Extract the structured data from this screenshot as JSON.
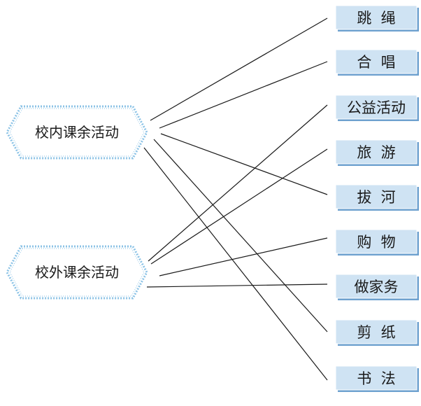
{
  "categories": [
    {
      "id": "inside",
      "label": "校内课余活动"
    },
    {
      "id": "outside",
      "label": "校外课余活动"
    }
  ],
  "activities": [
    {
      "label": "跳  绳"
    },
    {
      "label": "合  唱"
    },
    {
      "label": "公益活动"
    },
    {
      "label": "旅  游"
    },
    {
      "label": "拔  河"
    },
    {
      "label": "购  物"
    },
    {
      "label": "做家务"
    },
    {
      "label": "剪  纸"
    },
    {
      "label": "书  法"
    }
  ],
  "connections": [
    {
      "from": "inside",
      "to": 0
    },
    {
      "from": "inside",
      "to": 1
    },
    {
      "from": "inside",
      "to": 4
    },
    {
      "from": "inside",
      "to": 7
    },
    {
      "from": "inside",
      "to": 8
    },
    {
      "from": "outside",
      "to": 2
    },
    {
      "from": "outside",
      "to": 3
    },
    {
      "from": "outside",
      "to": 5
    },
    {
      "from": "outside",
      "to": 6
    }
  ],
  "colors": {
    "box_face": "#cfe3f3",
    "box_shadow": "#6ea1cf",
    "box_edge": "#ffffff",
    "hex_fill": "#ffffff",
    "hex_border": "#8cc3e6",
    "line": "#1a1a1a",
    "text": "#1a1a1a"
  }
}
